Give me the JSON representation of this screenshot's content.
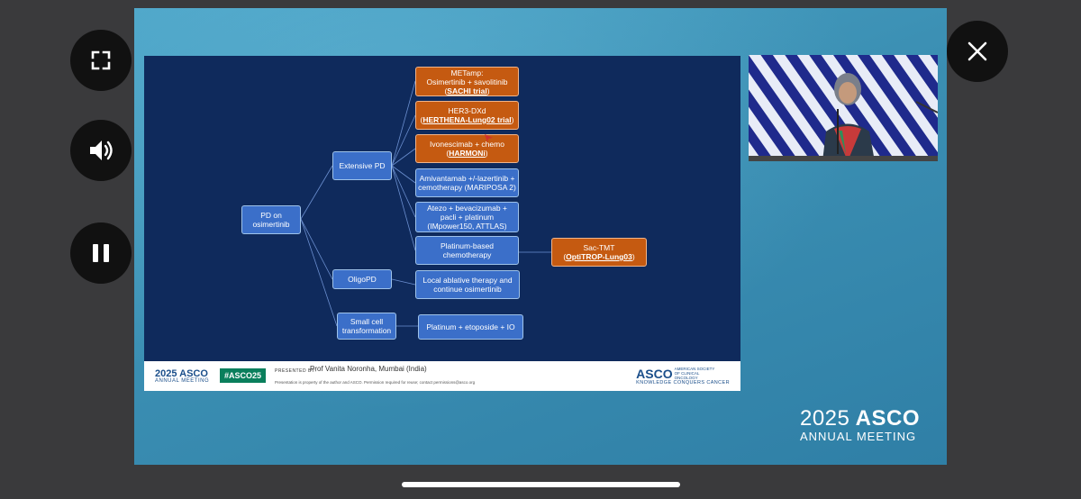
{
  "controls": {
    "fullscreen": "fullscreen-icon",
    "volume": "speaker-icon",
    "pause": "pause-icon",
    "close": "close-icon"
  },
  "stage_logo": {
    "year": "2025",
    "brand": "ASCO",
    "sub": "ANNUAL MEETING"
  },
  "slide": {
    "nodes": {
      "root": [
        "PD on",
        "osimertinib"
      ],
      "extensive": [
        "Extensive PD"
      ],
      "oligo": [
        "OligoPD"
      ],
      "smallcell": [
        "Small cell",
        "transformation"
      ],
      "metamp": [
        "METamp:",
        "Osimertinib + savolitinib"
      ],
      "metamp_trial": "SACHI trial",
      "her3": "HER3-DXd",
      "her3_trial": "HERTHENA-Lung02 trial",
      "ivon": "Ivonescimab + chemo",
      "ivon_trial": "HARMONi",
      "amiv": [
        "Amivantamab +/-lazertinib +",
        "cemotherapy (MARIPOSA 2)"
      ],
      "atezo": [
        "Atezo + bevacizumab +",
        "pacli + platinum",
        "(IMpower150, ATTLAS)"
      ],
      "platinum": [
        "Platinum-based",
        "chemotherapy"
      ],
      "sactmt": "Sac-TMT",
      "sactmt_trial": "OptiTROP-Lung03",
      "local": [
        "Local ablative therapy and",
        "continue osimertinib"
      ],
      "etoposide": "Platinum + etoposide + IO"
    },
    "footer": {
      "year": "2025",
      "brand": "ASCO",
      "meeting": "ANNUAL MEETING",
      "hashtag": "#ASCO25",
      "presented_by": "PRESENTED BY:",
      "presenter": "Prof Vanita Noronha, Mumbai (India)",
      "note": "Presentation is property of the author and ASCO. Permission required for reuse; contact permissions@asco.org",
      "asco_right": "ASCO",
      "society": "AMERICAN SOCIETY OF CLINICAL ONCOLOGY",
      "tagline": "KNOWLEDGE CONQUERS CANCER"
    }
  },
  "colors": {
    "slide_bg": "#0f2a5c",
    "node_blue": "#3b6fc9",
    "node_orange": "#c55a11"
  }
}
